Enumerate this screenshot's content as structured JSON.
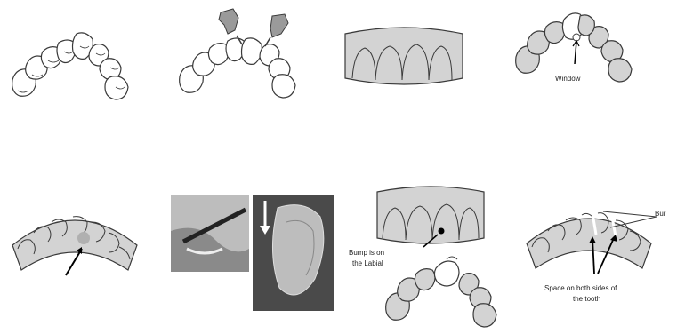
{
  "colors": {
    "gray_fill": "#d3d3d3",
    "stroke": "#3a3a3a",
    "photo_dark": "#4a4a4a",
    "photo_light": "#bdbdbd"
  },
  "panels": {
    "p4": {
      "label": "Window"
    },
    "p7": {
      "label_line1": "Bump is on",
      "label_line2": "the Labial"
    },
    "p8": {
      "label_top": "Bur",
      "label_line1": "Space on both sides of",
      "label_line2": "the tooth"
    }
  }
}
